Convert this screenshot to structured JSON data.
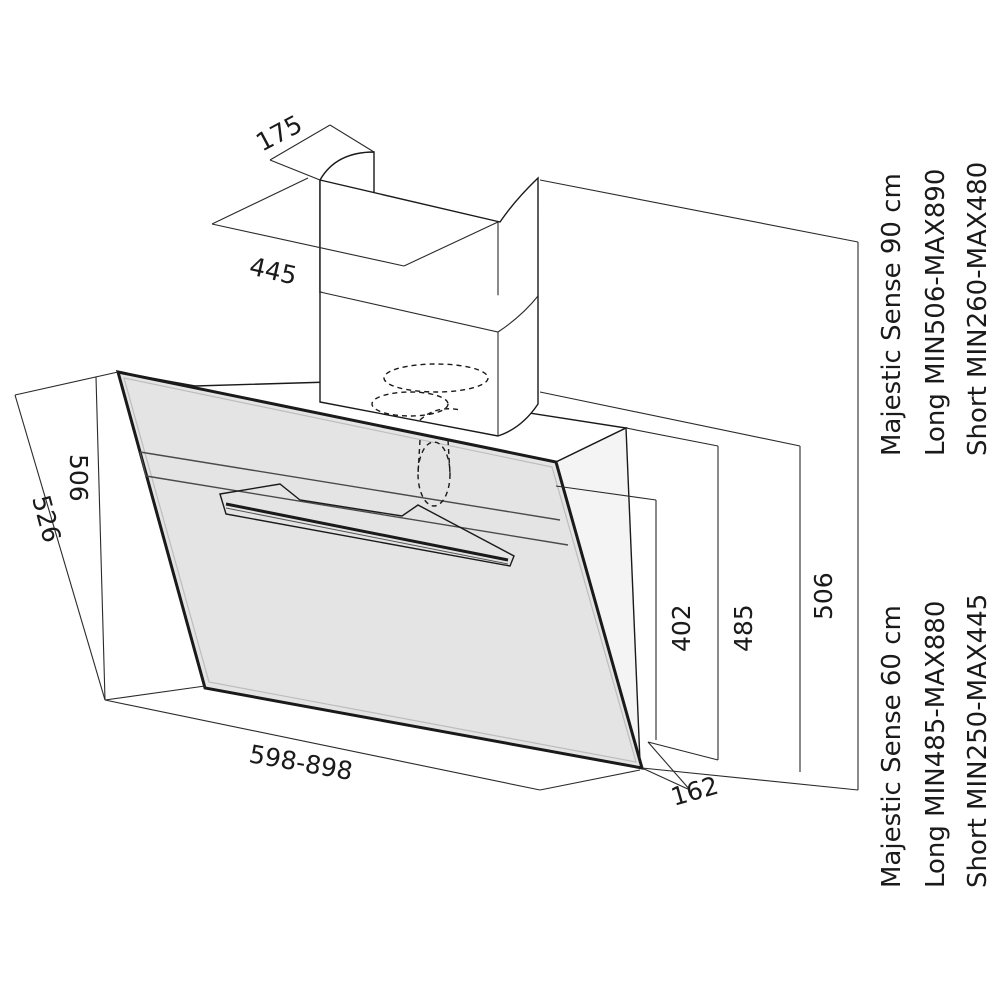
{
  "dimensions": {
    "chimney_depth": "175",
    "chimney_width": "445",
    "side_height": "506",
    "side_diagonal": "526",
    "width_range": "598-898",
    "depth": "162",
    "height_402": "402",
    "height_485": "485",
    "height_506": "506"
  },
  "specs_90": {
    "title": "Majestic Sense 90 cm",
    "long": "Long MIN506-MAX890",
    "short": "Short MIN260-MAX480"
  },
  "specs_60": {
    "title": "Majestic Sense 60 cm",
    "long": "Long MIN485-MAX880",
    "short": "Short MIN250-MAX445"
  },
  "colors": {
    "line": "#1a1a1a",
    "glass": "#e4e4e4",
    "glass_edge": "#bdbdbd"
  }
}
